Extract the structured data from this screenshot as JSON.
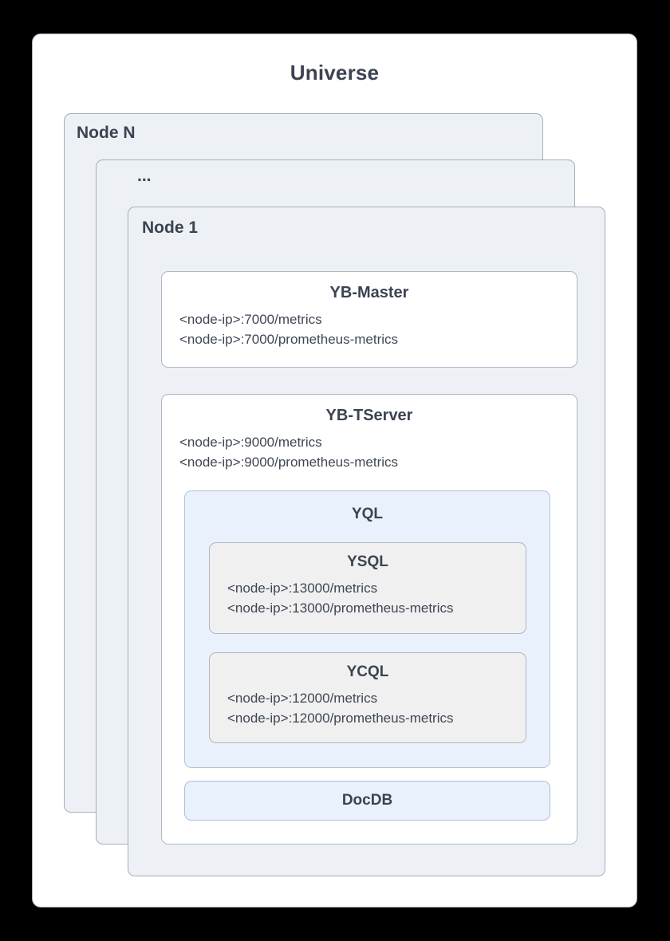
{
  "colors": {
    "page_background": "#000000",
    "card_background": "#ffffff",
    "node_fill": "#edf1f6",
    "node_border": "#a3aebb",
    "component_fill": "#ffffff",
    "component_border": "#aeb8c5",
    "yql_fill": "#e9f1fc",
    "yql_border": "#b3c2d9",
    "api_fill": "#f0f0f1",
    "api_border": "#b2b6bb",
    "text": "#3b4351"
  },
  "universe": {
    "title": "Universe"
  },
  "nodes": {
    "node_n_label": "Node N",
    "ellipsis_label": "...",
    "node_1_label": "Node 1"
  },
  "yb_master": {
    "title": "YB-Master",
    "metrics": [
      "<node-ip>:7000/metrics",
      "<node-ip>:7000/prometheus-metrics"
    ]
  },
  "yb_tserver": {
    "title": "YB-TServer",
    "metrics": [
      "<node-ip>:9000/metrics",
      "<node-ip>:9000/prometheus-metrics"
    ],
    "yql": {
      "title": "YQL",
      "ysql": {
        "title": "YSQL",
        "metrics": [
          "<node-ip>:13000/metrics",
          "<node-ip>:13000/prometheus-metrics"
        ]
      },
      "ycql": {
        "title": "YCQL",
        "metrics": [
          "<node-ip>:12000/metrics",
          "<node-ip>:12000/prometheus-metrics"
        ]
      }
    },
    "docdb": {
      "title": "DocDB"
    }
  }
}
